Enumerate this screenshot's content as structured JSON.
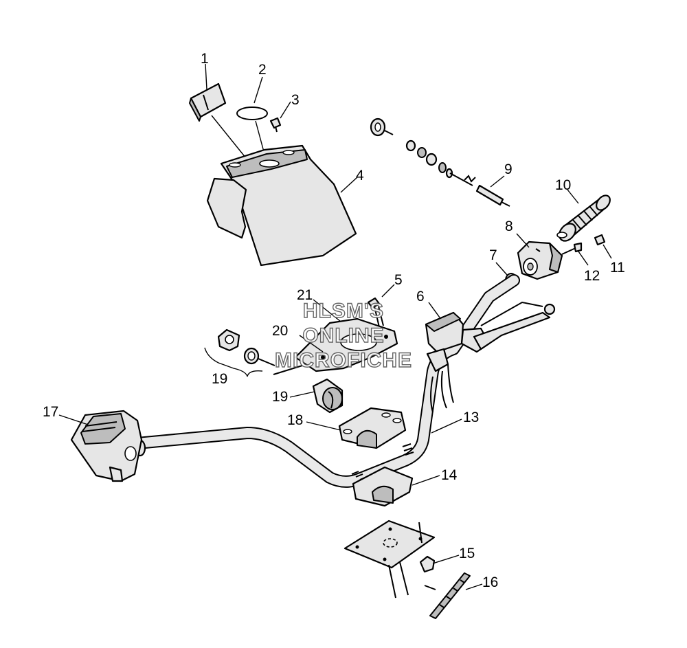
{
  "watermark": {
    "line1": "HLSM'S",
    "line2": "ONLINE",
    "line3": "MICROFICHE"
  },
  "callouts": [
    {
      "id": "1",
      "label": "1"
    },
    {
      "id": "2",
      "label": "2"
    },
    {
      "id": "3",
      "label": "3"
    },
    {
      "id": "4",
      "label": "4"
    },
    {
      "id": "5",
      "label": "5"
    },
    {
      "id": "6",
      "label": "6"
    },
    {
      "id": "7",
      "label": "7"
    },
    {
      "id": "8",
      "label": "8"
    },
    {
      "id": "9",
      "label": "9"
    },
    {
      "id": "10",
      "label": "10"
    },
    {
      "id": "11",
      "label": "11"
    },
    {
      "id": "12",
      "label": "12"
    },
    {
      "id": "13",
      "label": "13"
    },
    {
      "id": "14",
      "label": "14"
    },
    {
      "id": "15",
      "label": "15"
    },
    {
      "id": "16",
      "label": "16"
    },
    {
      "id": "17",
      "label": "17"
    },
    {
      "id": "18",
      "label": "18"
    },
    {
      "id": "19a",
      "label": "19"
    },
    {
      "id": "19b",
      "label": "19"
    },
    {
      "id": "20",
      "label": "20"
    },
    {
      "id": "21",
      "label": "21"
    }
  ]
}
